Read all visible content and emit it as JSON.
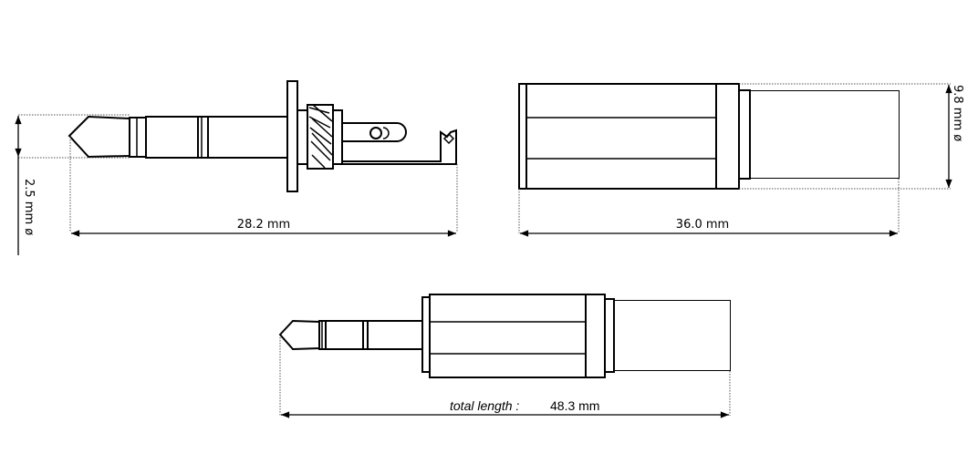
{
  "figure": {
    "side_view": {
      "diameter_label": "2.5 mm ø",
      "length_label": "28.2 mm"
    },
    "shell_view": {
      "diameter_label": "9.8 mm ø",
      "length_label": "36.0 mm"
    },
    "assembled_view": {
      "total_prefix": "total length :",
      "total_value": "48.3 mm"
    }
  }
}
